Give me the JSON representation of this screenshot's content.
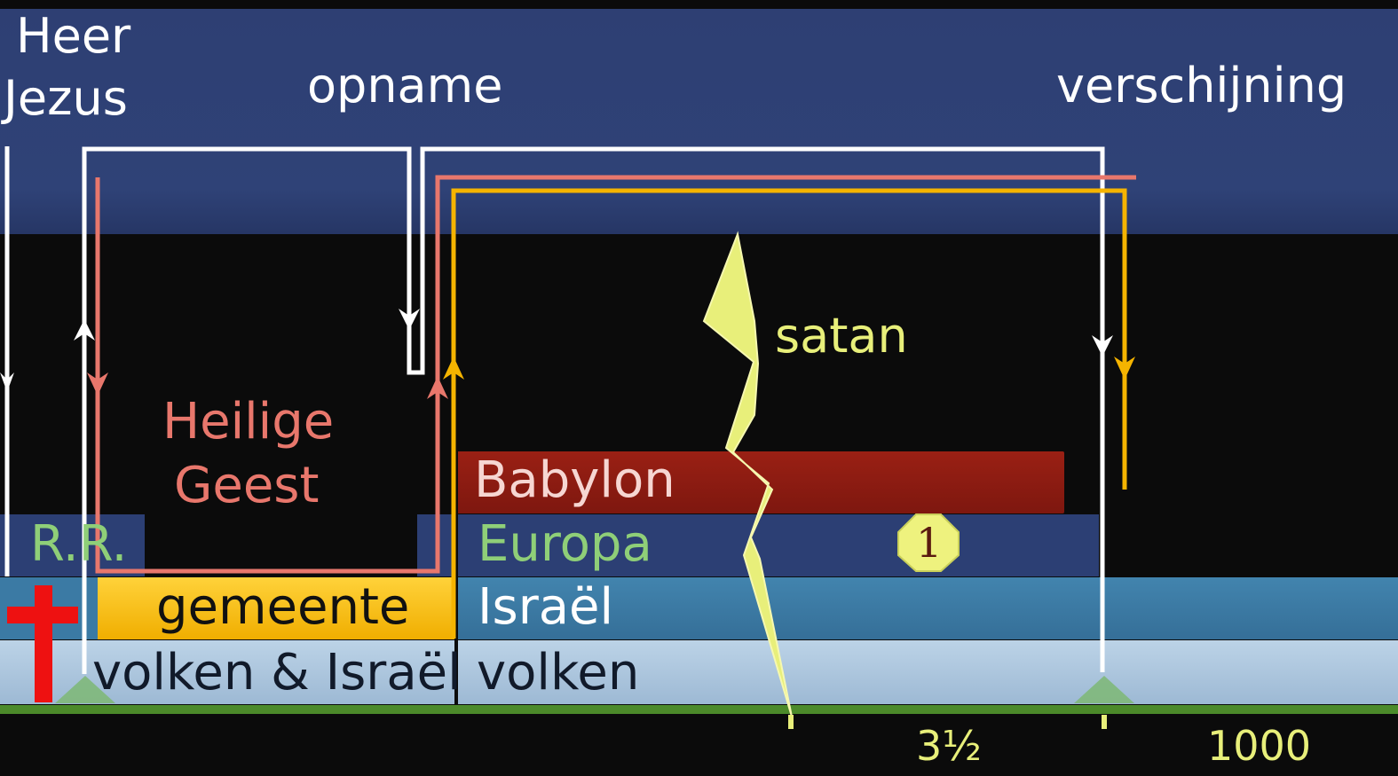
{
  "labels": {
    "heer": "Heer",
    "jezus": "Jezus",
    "opname": "opname",
    "verschijning": "verschijning",
    "satan": "satan",
    "heilige": "Heilige",
    "geest": "Geest",
    "babylon": "Babylon",
    "rr": "R.R.",
    "europa": "Europa",
    "badge": "1",
    "gemeente": "gemeente",
    "israel": "Israël",
    "volken_israel": "volken & Israël",
    "volken": "volken",
    "tick_half": "3½",
    "tick_1000": "1000"
  },
  "colors": {
    "sky": "#2f4277",
    "background": "#0b0b0b",
    "white_line": "#ffffff",
    "salmon": "#e8776c",
    "gold": "#f5b400",
    "babylon": "#8a1a12",
    "europa": "#2c3f74",
    "israel": "#3d7ea8",
    "volken": "#aac4dc",
    "gemeente": "#f2b500",
    "lightning": "#e8ef7a",
    "ground": "#4c8a2a",
    "cross": "#ee1111",
    "green_text": "#8fcf78"
  },
  "icons": [
    "cross-icon",
    "lightning-icon",
    "triangle-marker-icon"
  ]
}
